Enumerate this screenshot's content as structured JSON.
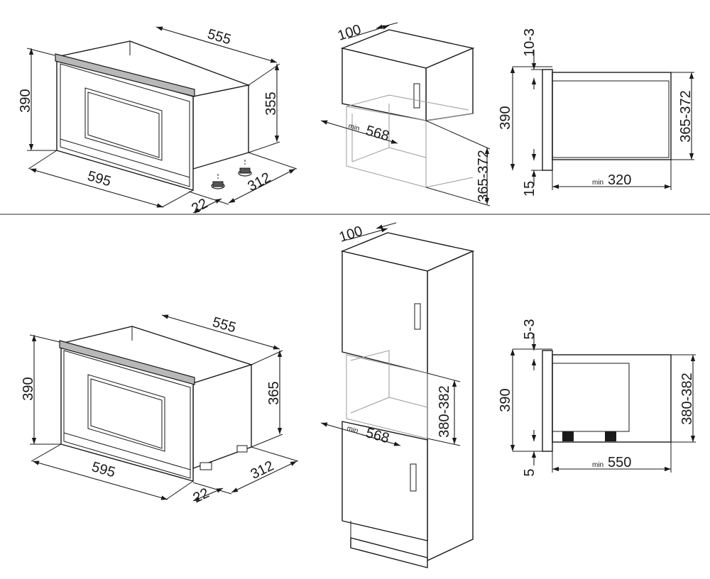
{
  "top": {
    "oven": {
      "width": "595",
      "height": "390",
      "depth": "555",
      "body_height": "355",
      "body_depth": "312",
      "door_offset": "22"
    },
    "cabinet": {
      "top_gap": "100",
      "min_prefix": "min",
      "niche_depth": "568",
      "niche_height": "365-372"
    },
    "side": {
      "top_gap": "10-3",
      "height": "390",
      "bottom_gap": "15",
      "niche_height": "365-372",
      "min_prefix": "min",
      "min_depth": "320"
    }
  },
  "bottom": {
    "oven": {
      "width": "595",
      "height": "390",
      "depth": "555",
      "body_height": "365",
      "body_depth": "312",
      "door_offset": "22"
    },
    "cabinet": {
      "top_gap": "100",
      "min_prefix": "min",
      "niche_depth": "568",
      "niche_height": "380-382"
    },
    "side": {
      "top_gap": "5-3",
      "height": "390",
      "bottom_gap": "5",
      "niche_height": "380-382",
      "min_prefix": "min",
      "min_depth": "550"
    }
  }
}
